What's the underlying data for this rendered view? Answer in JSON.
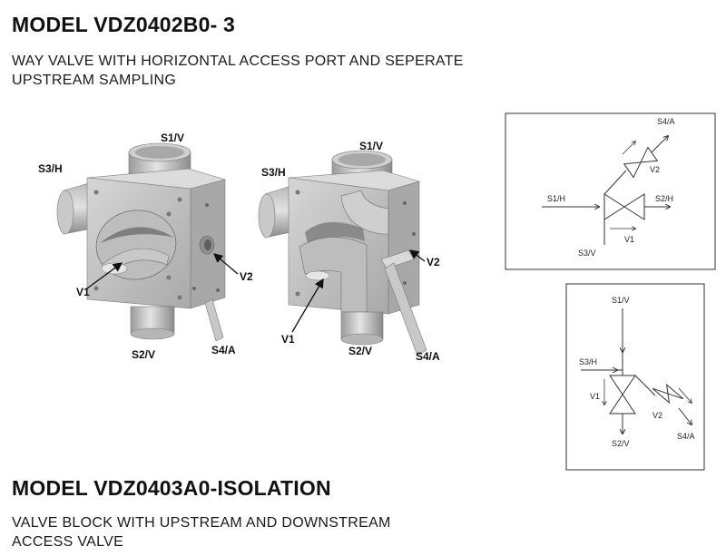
{
  "title_1": "MODEL VDZ0402B0- 3",
  "subtitle_1_line1": "WAY VALVE WITH HORIZONTAL ACCESS PORT AND SEPERATE",
  "subtitle_1_line2": "UPSTREAM SAMPLING",
  "title_2": "MODEL VDZ0403A0-ISOLATION",
  "subtitle_2_line1": "VALVE BLOCK WITH UPSTREAM AND DOWNSTREAM",
  "subtitle_2_line2": "ACCESS VALVE",
  "render_left": {
    "s1": "S1/V",
    "s3": "S3/H",
    "v1": "V1",
    "v2": "V2",
    "s2": "S2/V",
    "s4": "S4/A"
  },
  "render_right": {
    "s1": "S1/V",
    "s3": "S3/H",
    "v1": "V1",
    "v2": "V2",
    "s2": "S2/V",
    "s4": "S4/A"
  },
  "schematic_top": {
    "s4": "S4/A",
    "v2": "V2",
    "s1": "S1/H",
    "s2": "S2/H",
    "v1": "V1",
    "s3": "S3/V"
  },
  "schematic_bottom": {
    "s1": "S1/V",
    "s3": "S3/H",
    "v1": "V1",
    "v2": "V2",
    "s2": "S2/V",
    "s4": "S4/A"
  },
  "colors": {
    "body_light": "#d2d2d2",
    "body_mid": "#b4b4b4",
    "body_dark": "#8e8e8e",
    "line": "#222222"
  }
}
